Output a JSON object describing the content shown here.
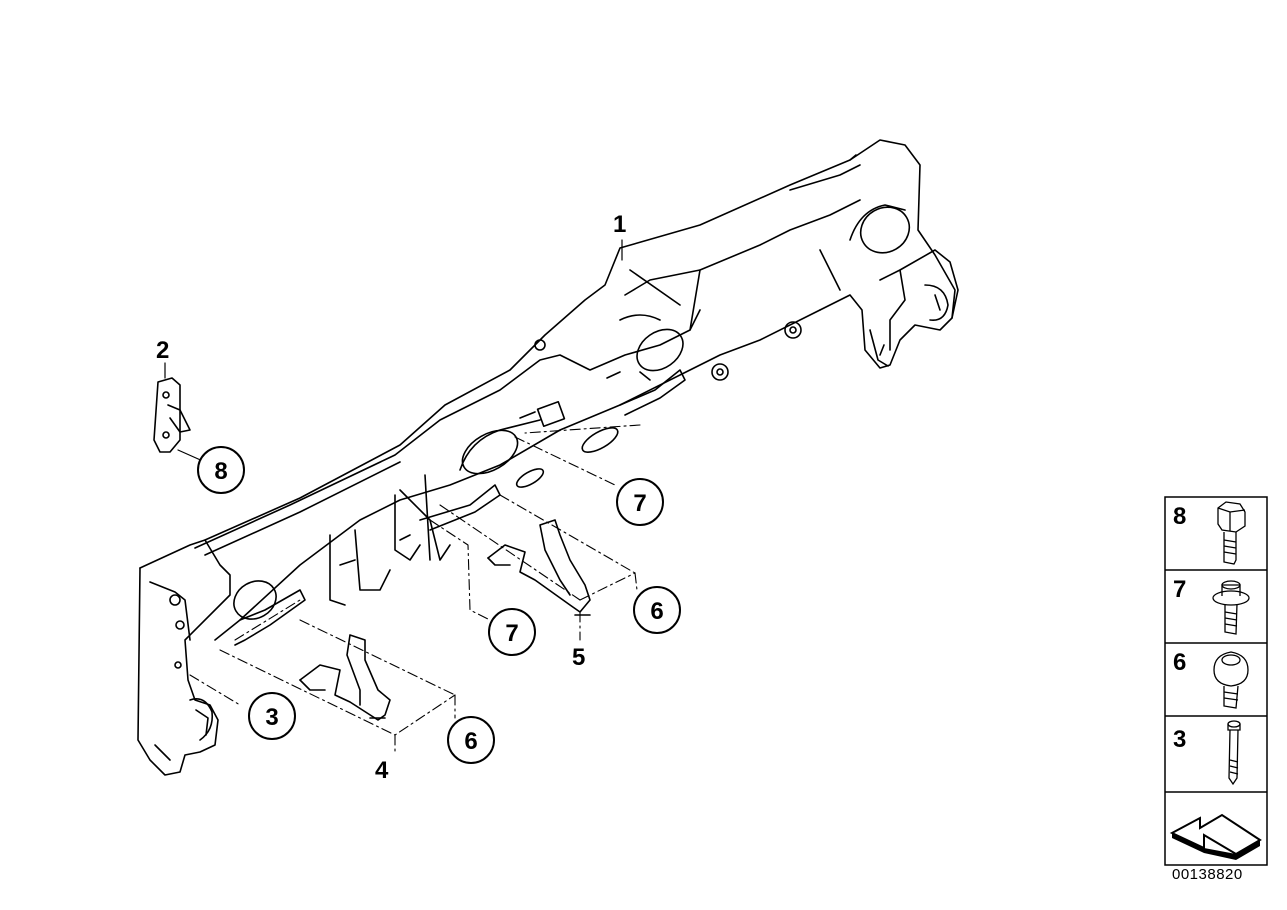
{
  "diagram": {
    "callouts": [
      {
        "label": "1",
        "kind": "leader"
      },
      {
        "label": "2",
        "kind": "leader"
      },
      {
        "label": "8",
        "kind": "circle"
      },
      {
        "label": "7",
        "kind": "circle"
      },
      {
        "label": "7",
        "kind": "circle"
      },
      {
        "label": "6",
        "kind": "circle"
      },
      {
        "label": "6",
        "kind": "circle"
      },
      {
        "label": "3",
        "kind": "circle"
      },
      {
        "label": "5",
        "kind": "leader"
      },
      {
        "label": "4",
        "kind": "leader"
      }
    ]
  },
  "legend": {
    "items": [
      {
        "number": "8",
        "icon": "hex-bolt-icon"
      },
      {
        "number": "7",
        "icon": "collar-bolt-icon"
      },
      {
        "number": "6",
        "icon": "flange-screw-icon"
      },
      {
        "number": "3",
        "icon": "long-bolt-icon"
      }
    ],
    "direction_icon": "arrow-icon"
  },
  "reference_code": "00138820"
}
